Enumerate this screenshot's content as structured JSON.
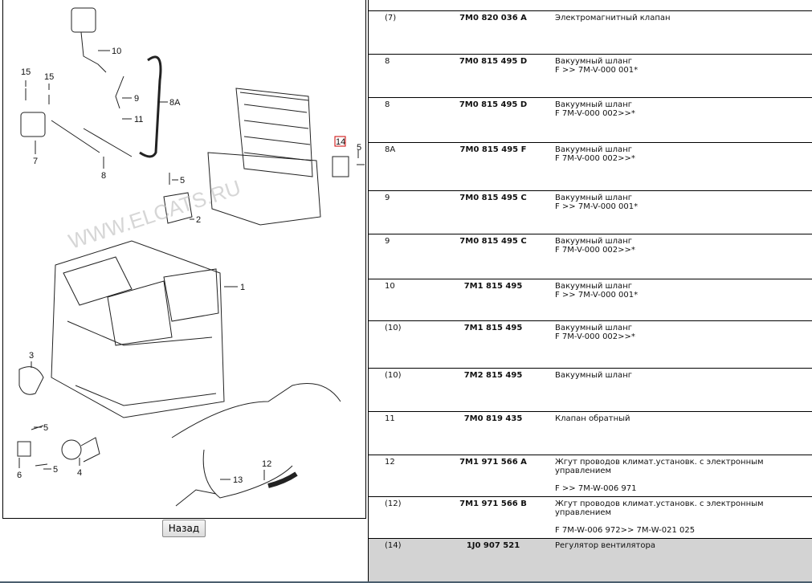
{
  "diagram": {
    "watermark": "WWW.ELCATS.RU",
    "callouts": [
      "10",
      "15",
      "15",
      "9",
      "8A",
      "11",
      "7",
      "8",
      "5",
      "2",
      "1",
      "3",
      "5",
      "6",
      "5",
      "4",
      "14",
      "5",
      "12",
      "13"
    ]
  },
  "back_button": "Назад",
  "parts": [
    {
      "pos": "(7)",
      "number": "7M0 820 036 A",
      "desc": "Электромагнитный клапан",
      "note": ""
    },
    {
      "pos": "8",
      "number": "7M0 815 495 D",
      "desc": "Вакуумный шланг",
      "note": "F >> 7M-V-000 001*"
    },
    {
      "pos": "8",
      "number": "7M0 815 495 D",
      "desc": "Вакуумный шланг",
      "note": "F 7M-V-000 002>>*"
    },
    {
      "pos": "8A",
      "number": "7M0 815 495 F",
      "desc": "Вакуумный шланг",
      "note": "F 7M-V-000 002>>*"
    },
    {
      "pos": "9",
      "number": "7M0 815 495 C",
      "desc": "Вакуумный шланг",
      "note": "F >> 7M-V-000 001*"
    },
    {
      "pos": "9",
      "number": "7M0 815 495 C",
      "desc": "Вакуумный шланг",
      "note": "F 7M-V-000 002>>*"
    },
    {
      "pos": "10",
      "number": "7M1 815 495",
      "desc": "Вакуумный шланг",
      "note": "F >> 7M-V-000 001*"
    },
    {
      "pos": "(10)",
      "number": "7M1 815 495",
      "desc": "Вакуумный шланг",
      "note": "F 7M-V-000 002>>*"
    },
    {
      "pos": "(10)",
      "number": "7M2 815 495",
      "desc": "Вакуумный шланг",
      "note": ""
    },
    {
      "pos": "11",
      "number": "7M0 819 435",
      "desc": "Клапан обратный",
      "note": ""
    },
    {
      "pos": "12",
      "number": "7M1 971 566 A",
      "desc": "Жгут проводов климат.установк. с электронным управлением",
      "note": "F >> 7M-W-006 971"
    },
    {
      "pos": "(12)",
      "number": "7M1 971 566 B",
      "desc": "Жгут проводов климат.установк. с электронным управлением",
      "note": "F 7M-W-006 972>> 7M-W-021 025"
    },
    {
      "pos": "(14)",
      "number": "1J0 907 521",
      "desc": "Регулятор вентилятора",
      "note": ""
    }
  ]
}
